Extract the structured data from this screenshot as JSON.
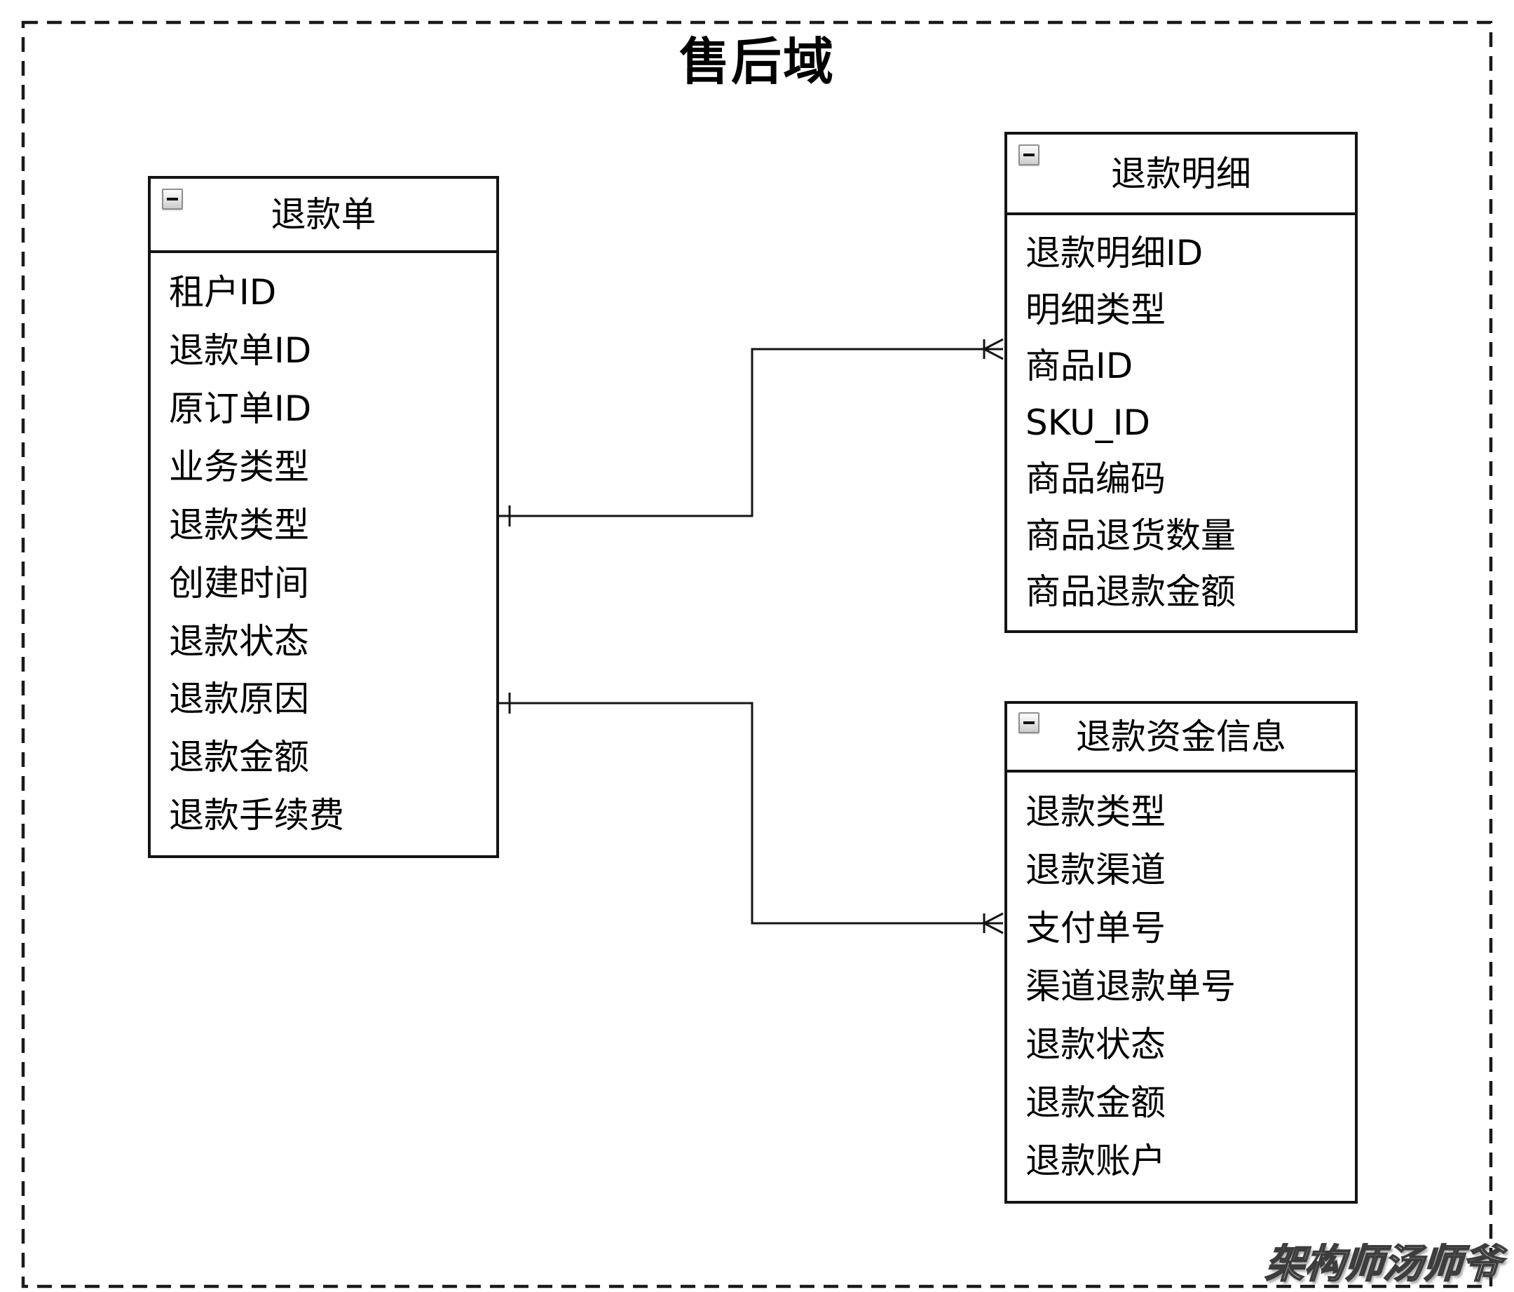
{
  "diagram": {
    "title": "售后域",
    "watermark": "架构师汤师爷"
  },
  "icons": {
    "entity_collapse": "minus-icon"
  },
  "colors": {
    "line": "#141414",
    "background": "#ffffff",
    "collapse_icon_bg": "#e9e9e9",
    "collapse_icon_border": "#8f8f8f"
  },
  "entities": [
    {
      "id": "refund-order",
      "title": "退款单",
      "fields": [
        "租户ID",
        "退款单ID",
        "原订单ID",
        "业务类型",
        "退款类型",
        "创建时间",
        "退款状态",
        "退款原因",
        "退款金额",
        "退款手续费"
      ]
    },
    {
      "id": "refund-detail",
      "title": "退款明细",
      "fields": [
        "退款明细ID",
        "明细类型",
        "商品ID",
        "SKU_ID",
        "商品编码",
        "商品退货数量",
        "商品退款金额"
      ]
    },
    {
      "id": "refund-fund-info",
      "title": "退款资金信息",
      "fields": [
        "退款类型",
        "退款渠道",
        "支付单号",
        "渠道退款单号",
        "退款状态",
        "退款金额",
        "退款账户"
      ]
    }
  ],
  "relationships": [
    {
      "from": "退款单",
      "to": "退款明细",
      "to_field": "商品ID",
      "cardinality": "one-to-many"
    },
    {
      "from": "退款单",
      "to": "退款资金信息",
      "to_field": "支付单号",
      "cardinality": "one-to-many"
    }
  ]
}
